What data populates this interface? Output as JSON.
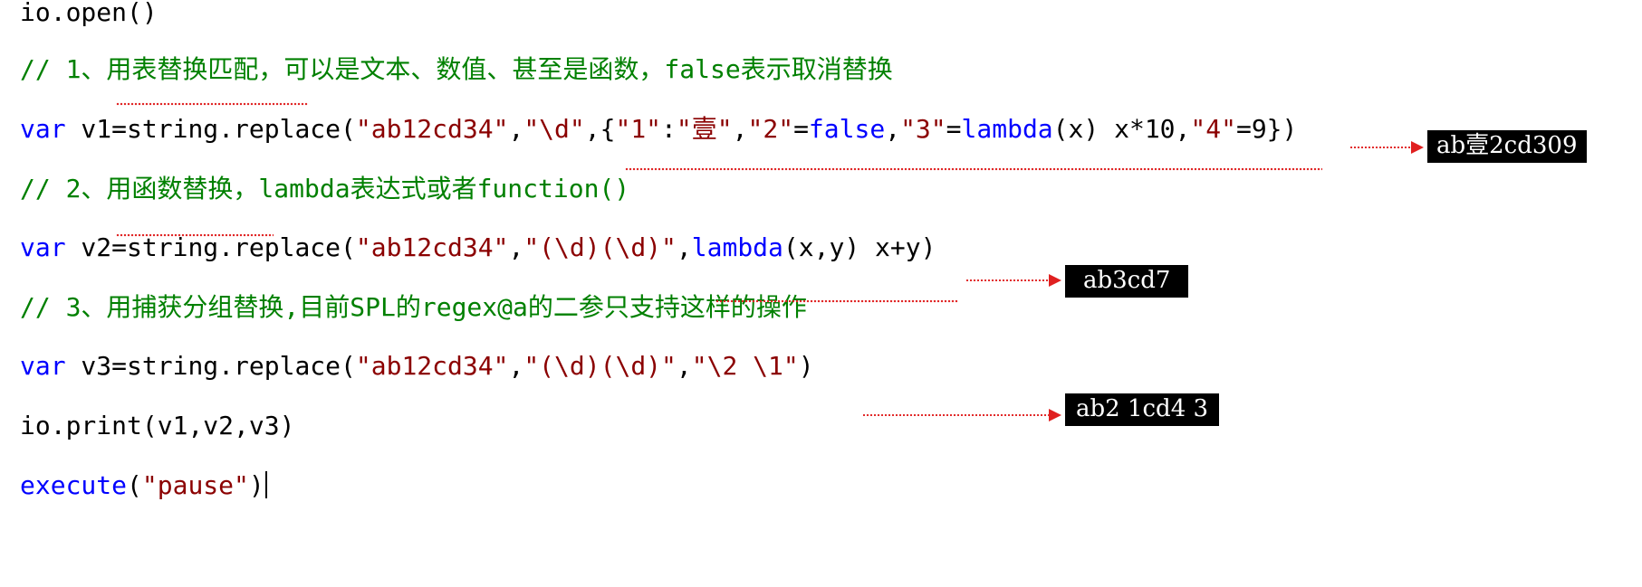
{
  "code": {
    "l1": {
      "a": "io.open()"
    },
    "l2": {
      "a": "// 1、用表替换匹配，可以是文本、数值、甚至是函数，false表示取消替换"
    },
    "l3": {
      "kw": "var",
      "b": " v1=string.replace(",
      "s1": "\"ab12cd34\"",
      "c1": ",",
      "s2": "\"\\d\"",
      "c2": ",{",
      "s3": "\"1\"",
      "c3": ":",
      "s4": "\"壹\"",
      "c4": ",",
      "s5": "\"2\"",
      "c5": "=",
      "kw2": "false",
      "c6": ",",
      "s6": "\"3\"",
      "c7": "=",
      "kw3": "lambda",
      "c8": "(x) x*10,",
      "s7": "\"4\"",
      "c9": "=9})"
    },
    "l4": {
      "a": "// 2、用函数替换，lambda表达式或者function()"
    },
    "l5": {
      "kw": "var",
      "b": " v2=string.replace(",
      "s1": "\"ab12cd34\"",
      "c1": ",",
      "s2": "\"(\\d)(\\d)\"",
      "c2": ",",
      "kw2": "lambda",
      "c3": "(x,y) x+y)"
    },
    "l6": {
      "a": "// 3、用捕获分组替换,目前SPL的regex@a的二参只支持这样的操作"
    },
    "l7": {
      "kw": "var",
      "b": " v3=string.replace(",
      "s1": "\"ab12cd34\"",
      "c1": ",",
      "s2": "\"(\\d)(\\d)\"",
      "c2": ",",
      "s3": "\"\\2 \\1\"",
      "c3": ")"
    },
    "l8": {
      "a": "io.print(v1,v2,v3)"
    },
    "l9": {
      "kw": "execute",
      "b": "(",
      "s1": "\"pause\"",
      "c1": ")"
    }
  },
  "outputs": {
    "v1": "ab壹2cd309",
    "v2": "ab3cd7",
    "v3": "ab2 1cd4 3"
  },
  "colors": {
    "keyword": "#0000ff",
    "string": "#8b0000",
    "comment": "#008000",
    "annotation": "#e02020",
    "output_bg": "#000000",
    "output_text": "#ffffff"
  }
}
